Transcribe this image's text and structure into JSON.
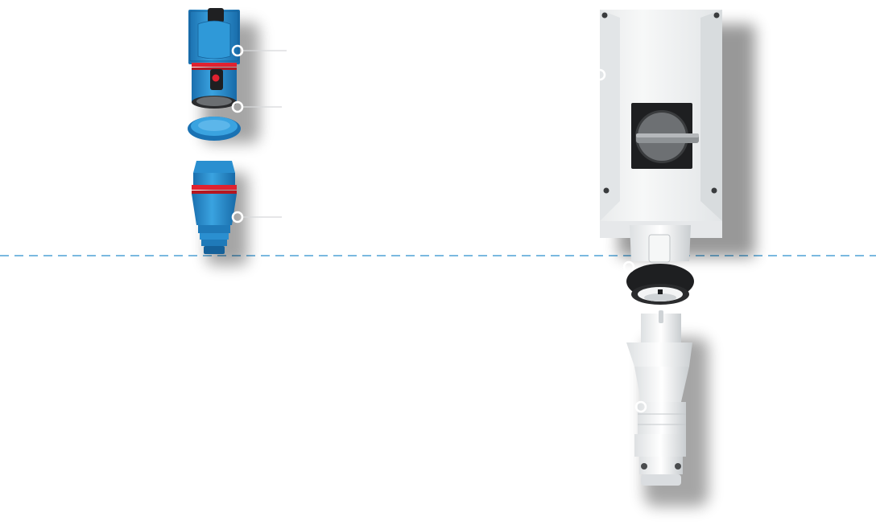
{
  "colors": {
    "background": "#ffffff",
    "blue_body": "#2a8fd0",
    "blue_light": "#5cb6ea",
    "blue_dark": "#15619a",
    "red_ring": "#e02230",
    "grey_body": "#f1f2f3",
    "grey_shade": "#cfd3d6",
    "black_ring": "#1e1f21",
    "dash_line": "#2b8fcd",
    "callout": "#ffffff",
    "shadow": "#000000"
  },
  "icons": {
    "blue_socket": "blue-industrial-socket-icon",
    "blue_plug": "blue-industrial-plug-icon",
    "grey_switch_box": "grey-switched-socket-box-icon",
    "grey_plug": "grey-industrial-plug-icon"
  },
  "hotspots": [
    {
      "id": "hotspot-blue-socket-housing",
      "product": "blue-socket"
    },
    {
      "id": "hotspot-blue-socket-face",
      "product": "blue-socket"
    },
    {
      "id": "hotspot-blue-plug",
      "product": "blue-plug"
    },
    {
      "id": "hotspot-switch-box",
      "product": "switch-box"
    },
    {
      "id": "hotspot-switch-box-socket",
      "product": "switch-box"
    },
    {
      "id": "hotspot-grey-plug",
      "product": "grey-plug"
    }
  ]
}
